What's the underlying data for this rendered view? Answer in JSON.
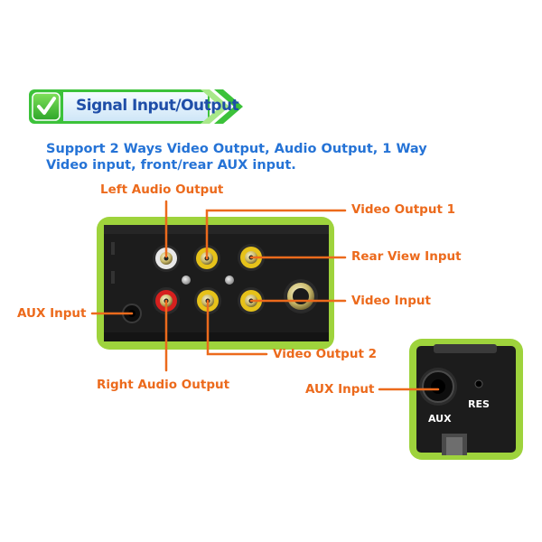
{
  "banner": {
    "title": "Signal Input/Output",
    "check_icon": "checkmark-icon",
    "arrow_icon": "double-chevron-right-icon",
    "colors": {
      "green": "#3cc23a",
      "light_green": "#a8e88a",
      "title": "#1f4ea8"
    }
  },
  "description": {
    "line1": "Support 2 Ways Video Output, Audio Output, 1 Way",
    "line2": "Video input, front/rear AUX input."
  },
  "labels": {
    "left_audio_output": "Left Audio Output",
    "video_output_1": "Video Output 1",
    "rear_view_input": "Rear View Input",
    "video_input": "Video Input",
    "aux_input_left": "AUX Input",
    "video_output_2": "Video Output 2",
    "right_audio_output": "Right Audio Output",
    "aux_input_right": "AUX Input"
  },
  "front_panel": {
    "aux_text": "AUX",
    "res_text": "RES"
  },
  "colors": {
    "label_orange": "#ec6a1c",
    "frame_green": "#9ed33c",
    "panel_dark": "#1c1c1c",
    "jack_white": "#e8e8e8",
    "jack_yellow": "#e6c21a",
    "jack_red": "#d6201e",
    "text_blue": "#2573d6"
  }
}
